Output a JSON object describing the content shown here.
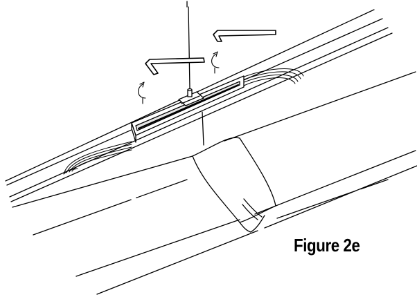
{
  "figure": {
    "caption": "Figure 2e"
  },
  "colors": {
    "ink": "#000000",
    "background": "#ffffff",
    "shade": "#e6e6e6"
  },
  "parts": {
    "hanging_cable": "suspension-cable",
    "left_tool": "hex-key-wrench-left",
    "right_tool": "hex-key-wrench-right",
    "clamp": "channel-clamp-bracket",
    "housing": "cylindrical-fixture-housing",
    "band": "joiner-band"
  }
}
